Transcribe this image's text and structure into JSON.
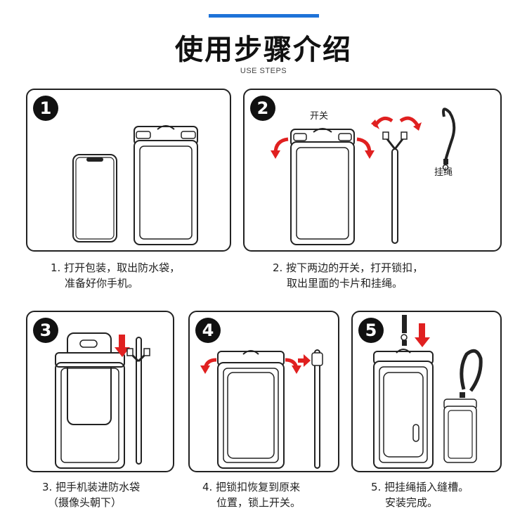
{
  "header": {
    "title": "使用步骤介绍",
    "subtitle": "USE STEPS",
    "accent_color": "#1e73d8"
  },
  "steps": [
    {
      "number": "1",
      "caption_line1": "1. 打开包装，取出防水袋，",
      "caption_line2": "准备好你手机。"
    },
    {
      "number": "2",
      "caption_line1": "2. 按下两边的开关，打开锁扣，",
      "caption_line2": "取出里面的卡片和挂绳。",
      "label_switch": "开关",
      "label_lanyard": "挂绳"
    },
    {
      "number": "3",
      "caption_line1": "3. 把手机装进防水袋",
      "caption_line2": "（摄像头朝下）"
    },
    {
      "number": "4",
      "caption_line1": "4. 把锁扣恢复到原来",
      "caption_line2": "位置，锁上开关。"
    },
    {
      "number": "5",
      "caption_line1": "5. 把挂绳插入缝槽。",
      "caption_line2": "安装完成。"
    }
  ],
  "colors": {
    "arrow_red": "#e02020",
    "line": "#222222"
  }
}
